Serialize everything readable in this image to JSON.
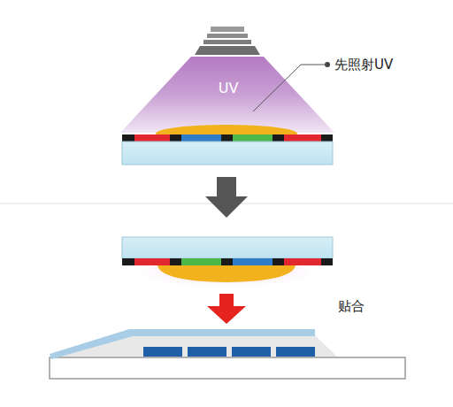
{
  "diagram": {
    "labels": [
      "UV",
      "先照射UV",
      "贴合"
    ]
  }
}
